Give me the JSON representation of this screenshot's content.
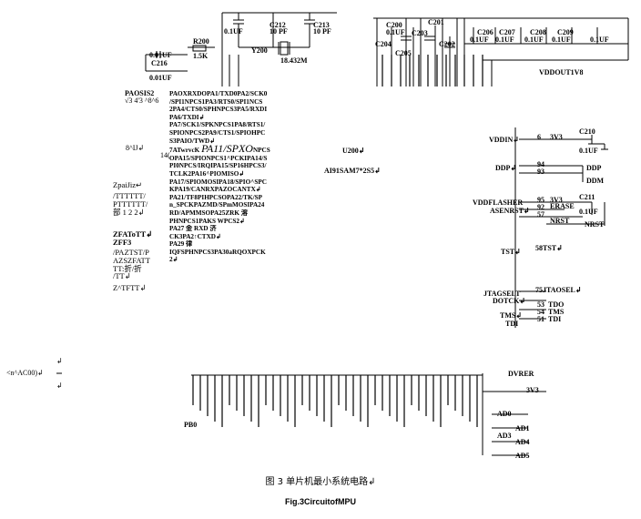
{
  "caption": {
    "chinese": "图 3 单片机最小系统电路↲",
    "english": "Fig.3CircuitofMPU"
  },
  "top_components": {
    "c212": "C212",
    "c212_val": "0.1UF",
    "c212_val2": "10 PF",
    "c213": "C213",
    "c213_val": "10 PF",
    "r200": "R200",
    "r200_val": "1.5K",
    "y200": "Y200",
    "y200_val": "18.432M",
    "c216_val": "0.01UF",
    "c216": "C216",
    "c217_val": "0.01UF",
    "c200": "C200",
    "c200_val": "0.1UF",
    "c201": "C201",
    "c204": "C204",
    "c202": "C202",
    "c203": "C203",
    "c205": "C205",
    "c206": "C206",
    "c206_val": "0.1UF",
    "c207": "C207",
    "c207_val": "0.1UF",
    "c208": "C208",
    "c208_val": "0.1UF",
    "c209": "C209",
    "c209_val": "0.1UF",
    "c209b_val": "0.1UF",
    "vddout": "VDDOUT1V8"
  },
  "left_labels": {
    "paos": "PAOSIS2",
    "paos_sub": "√3 4'3 ^8^6",
    "ij": "8^IJ↲",
    "ij_num": "14(",
    "l1": "ZpaiJiz↵",
    "l2": "/TTTTTT/",
    "l3": "PTTTTTT/",
    "l4": "部 1 2 2↲",
    "l5": "ZFAToTT↲",
    "l6": "ZFF3",
    "l7": "/PAZTST/P",
    "l8": "AZSZFATT",
    "l9": "TT:折/折",
    "l10": "/TT↲",
    "l11": "Z^TFTT↲"
  },
  "pin_lines": [
    "PAOXRXDOPA1/TXD0PA2/SCK0",
    "/SPI1NPCS1PA3/RTS0/SPI1NCS",
    "2PA4/CTS0/SPHNPCS3PA5/RXDI",
    "PA6/TXDI↲",
    "PA7/SCK1/SPKNPCS1PA8/RTS1/",
    "SPIONPCS2PA9/CTS1/SPIOHPC",
    "S3PAIO/TWD↲",
    "7ATwrvcK",
    "PA11/SPXO",
    "NPCS",
    "OPA15/SPIONPCS1^PCKIPA14/S",
    "PI0NPCS/IRQIPA15/SP16HPCS3/",
    "TCLK2PA16^PIOMISO↲",
    "PA17/SPIOMOSIPA18/SPIO^SPC",
    "KPA19/CANRXPAZOCANTX↲",
    "PA21/TF8PIHPCSOPA22/TK/SP",
    "n_SPCKPAZMD/SPmMOSIPA24",
    "RD/APMMSOPA25ZRK 溶",
    "PHNPCS1PAKS      WPCS2↲",
    "PA27 金 RXD 济",
    "CK3PA2↑CTXD↲",
    "PA29 律",
    "IQFSPHNPCS3PA30aRQOXPCK",
    "2↲"
  ],
  "mid_labels": {
    "u200": "U200↲",
    "ai91": "AI91SAM7*2S5↲"
  },
  "right_labels": {
    "vddin": "VDDIN↲",
    "vddin_pin": "6",
    "vddin_net": "3V3",
    "c210": "C210",
    "c210_val": "0.1UF",
    "ddp": "DDP↲",
    "ddp_p1": "94",
    "ddp_p2": "93",
    "ddp_net": "DDP",
    "ddm_net": "DDM",
    "vddflash": "VDDFLASHER",
    "asenrst": "ASENRST↲",
    "vf_p1": "95",
    "vf_p2": "92",
    "vf_p3": "57",
    "vf_net": "3V3",
    "c211": "C211",
    "c211_val": "0.1UF",
    "erase": "ERASE",
    "nrst1": "NRST",
    "nrst2": "NRST",
    "tst": "TST↲",
    "tst2": "58TST↲",
    "jtag": "JTAGSELT",
    "jtag2": "75JTAOSEL↲",
    "dotck": "DOTCK↲",
    "tdo": "TDO",
    "tms": "TMS↲",
    "tms2": "TMS",
    "tdi": "TDI",
    "tdi2": "TDI",
    "p53": "53",
    "p54": "54",
    "p51": "51"
  },
  "bottom_labels": {
    "ac00": "<n^AC00)↲",
    "arrow1": "↲",
    "arrow2": "↲",
    "net_3v3": "3V3",
    "ad0": "AD0",
    "ad1": "AD1",
    "ad4": "AD4",
    "ad3": "AD3",
    "ad5": "AD5",
    "avdd": "DVRER",
    "pb0": "PB0"
  }
}
